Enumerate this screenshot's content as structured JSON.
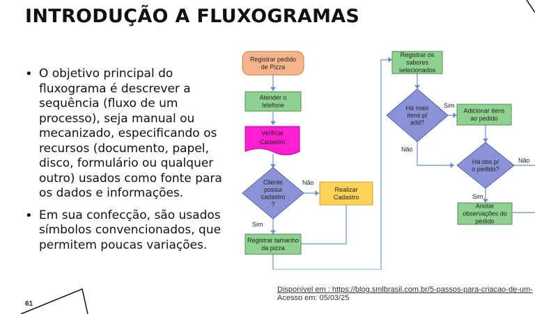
{
  "slide": {
    "title": "INTRODUÇÃO A FLUXOGRAMAS",
    "bullets": [
      "O objetivo principal do fluxograma é descrever a sequência (fluxo de um processo), seja manual ou mecanizado, especificando os recursos (documento, papel, disco, formulário ou qualquer outro) usados como fonte para os dados e informações.",
      "Em sua confecção, são usados símbolos convencionados, que permitem poucas variações."
    ],
    "page_number": "61",
    "bullet_glyph": "•"
  },
  "flowchart": {
    "nodes": {
      "start": [
        "Registrar pedido",
        "de Pizza"
      ],
      "answer": [
        "Atender o",
        "telefone"
      ],
      "verify": [
        "Verificar",
        "Cadastro"
      ],
      "has_registration": [
        "Cliente",
        "possui",
        "cadastro",
        "?"
      ],
      "register": [
        "Realizar",
        "Cadastro"
      ],
      "size": [
        "Registrar tamanho",
        "da pizza"
      ],
      "flavors": [
        "Registrar os",
        "sabores",
        "selecionados"
      ],
      "more_items": [
        "Há mais",
        "itens p/",
        "add?"
      ],
      "add_items": [
        "Adicionar itens",
        "ao pedido"
      ],
      "notes_q": [
        "Há obs p/",
        "o pedido?"
      ],
      "notes": [
        "Anotar",
        "observações do",
        "pedido"
      ]
    },
    "labels": {
      "no_1": "Não",
      "yes_1": "Sim",
      "yes_2": "Sim",
      "no_2": "Não",
      "yes_3": "Sim",
      "no_3": "Não"
    },
    "colors": {
      "start": "#f5b58c",
      "process": "#8fd18f",
      "verify": "#ff1fd0",
      "decision": "#8a93d6",
      "register": "#ffd35a",
      "line": "#6b8fc9"
    }
  },
  "credit": {
    "prefix": "Disponível em : ",
    "url": "https://blog.smlbrasil.com.br/5-passos-para-criacao-de-um-",
    "accessed": "Acesso em: 05/03/25"
  }
}
